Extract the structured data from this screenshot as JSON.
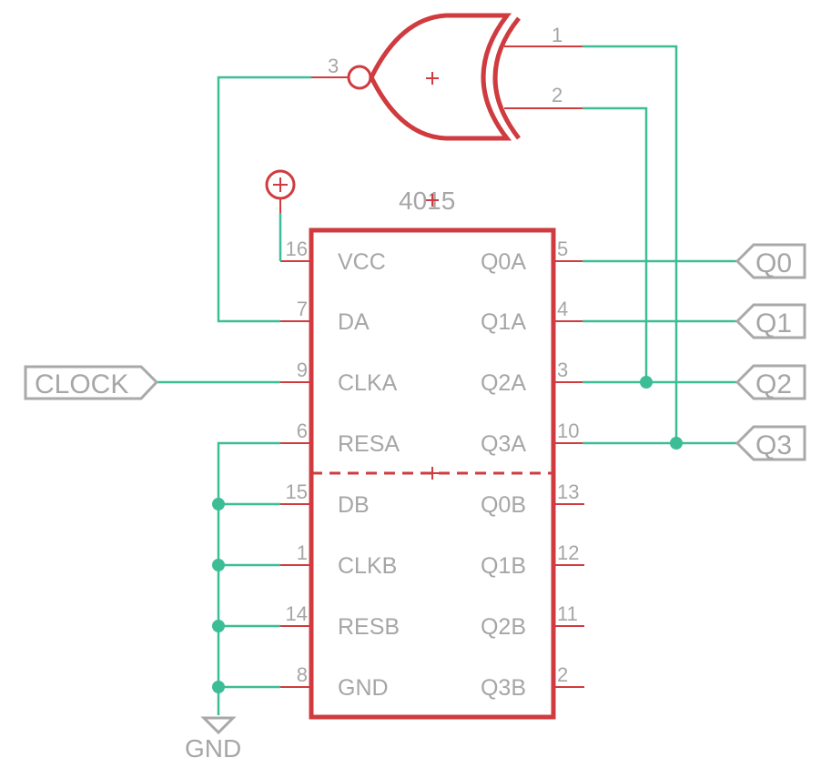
{
  "colors": {
    "part": "#cf3b3f",
    "wire": "#3dbd96",
    "label": "#a6a6a6",
    "flag": "#a9a9a9"
  },
  "chip": {
    "name": "4015",
    "left_pins": [
      {
        "num": "16",
        "name": "VCC"
      },
      {
        "num": "7",
        "name": "DA"
      },
      {
        "num": "9",
        "name": "CLKA"
      },
      {
        "num": "6",
        "name": "RESA"
      },
      {
        "num": "15",
        "name": "DB"
      },
      {
        "num": "1",
        "name": "CLKB"
      },
      {
        "num": "14",
        "name": "RESB"
      },
      {
        "num": "8",
        "name": "GND"
      }
    ],
    "right_pins": [
      {
        "num": "5",
        "name": "Q0A"
      },
      {
        "num": "4",
        "name": "Q1A"
      },
      {
        "num": "3",
        "name": "Q2A"
      },
      {
        "num": "10",
        "name": "Q3A"
      },
      {
        "num": "13",
        "name": "Q0B"
      },
      {
        "num": "12",
        "name": "Q1B"
      },
      {
        "num": "11",
        "name": "Q2B"
      },
      {
        "num": "2",
        "name": "Q3B"
      }
    ]
  },
  "gate": {
    "symbol": "xnor-gate",
    "pins": [
      {
        "num": "1"
      },
      {
        "num": "2"
      },
      {
        "num": "3"
      }
    ]
  },
  "net_labels": {
    "clock": "CLOCK",
    "q0": "Q0",
    "q1": "Q1",
    "q2": "Q2",
    "q3": "Q3",
    "gnd": "GND"
  },
  "icons": [
    "supply-plus-icon",
    "ground-icon",
    "xnor-gate-icon"
  ]
}
